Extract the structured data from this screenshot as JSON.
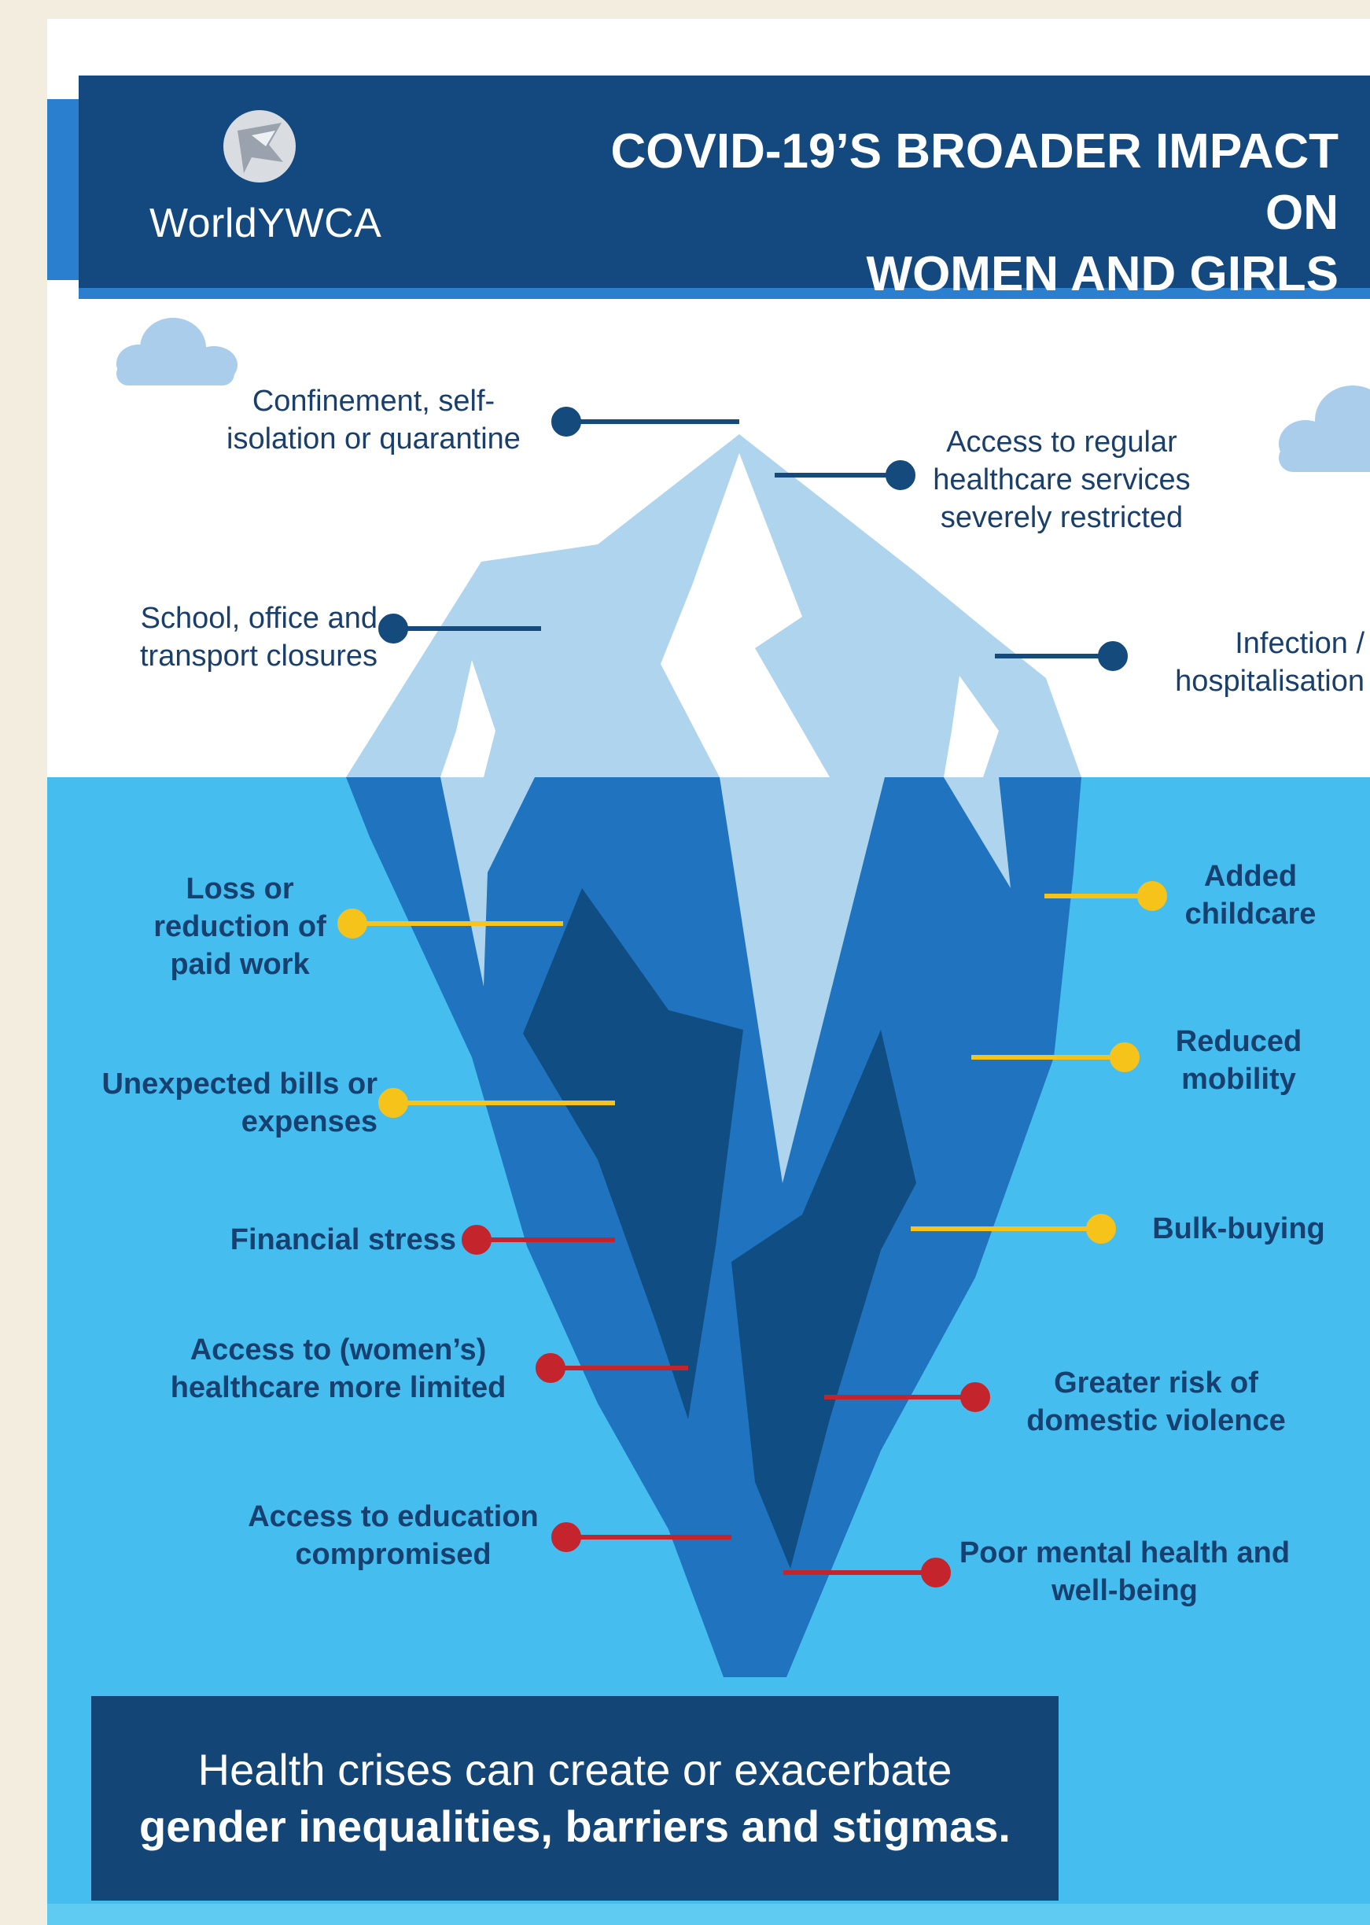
{
  "header": {
    "logo_text": "WorldYWCA",
    "title_line1": "COVID-19’S BROADER IMPACT ON",
    "title_line2": "WOMEN AND GIRLS"
  },
  "above_water": {
    "confinement": "Confinement, self-isolation or quarantine",
    "healthcare_access": "Access to regular healthcare services severely restricted",
    "closures": "School, office and transport closures",
    "infection": "Infection / hospitalisation"
  },
  "below_water": {
    "paid_work": "Loss or reduction of paid work",
    "childcare": "Added childcare",
    "bills": "Unexpected bills or expenses",
    "mobility": "Reduced mobility",
    "financial_stress": "Financial stress",
    "bulk_buying": "Bulk-buying",
    "womens_healthcare": "Access to (women’s) healthcare more limited",
    "domestic_violence": "Greater risk of domestic violence",
    "education": "Access to education compromised",
    "mental_health": "Poor mental health and well-being"
  },
  "banner": {
    "line1": "Health crises can create or exacerbate",
    "line2": "gender inequalities, barriers and stigmas."
  },
  "colors": {
    "header_navy": "#13497f",
    "water": "#45bdee",
    "ice_light": "#afd4ee",
    "ice_mid": "#1f73bf",
    "ice_dark": "#0f4d83",
    "marker_navy": "#154a7c",
    "marker_yellow": "#f5c31a",
    "marker_red": "#c4252d"
  }
}
